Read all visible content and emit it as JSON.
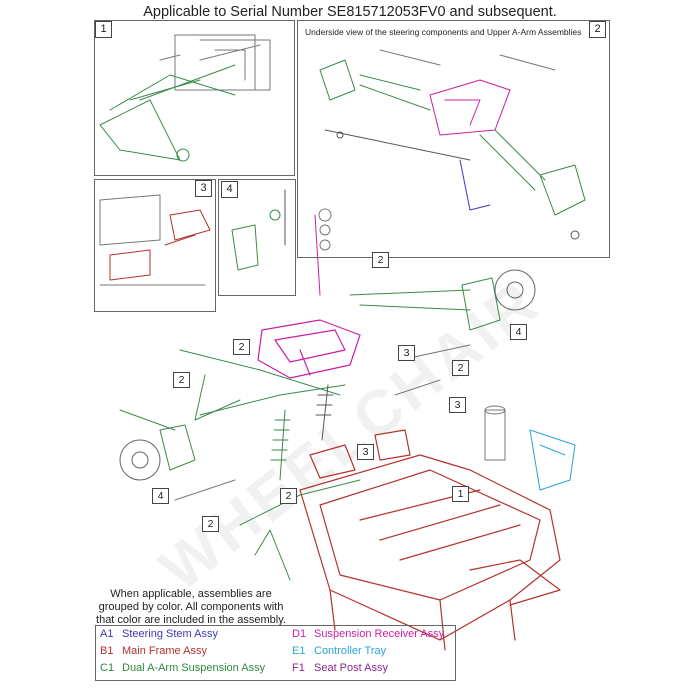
{
  "header": {
    "title": "Applicable to Serial Number SE815712053FV0 and subsequent."
  },
  "insets": [
    {
      "number": "1"
    },
    {
      "number": "2",
      "caption": "Underside view of the steering components and Upper A-Arm Assemblies"
    },
    {
      "number": "3"
    },
    {
      "number": "4"
    }
  ],
  "callouts": [
    "2",
    "2",
    "2",
    "3",
    "2",
    "3",
    "4",
    "3",
    "2",
    "1",
    "4",
    "2"
  ],
  "note": "When applicable, assemblies are grouped by color. All components with that color are included in the assembly.",
  "legend": {
    "rows": [
      {
        "left_code": "A1",
        "left_label": "Steering Stem Assy",
        "left_color": "#3a3ab8",
        "right_code": "D1",
        "right_label": "Suspension Receiver Assy",
        "right_color": "#cc1fa5"
      },
      {
        "left_code": "B1",
        "left_label": "Main Frame Assy",
        "left_color": "#b3322e",
        "right_code": "E1",
        "right_label": "Controller Tray",
        "right_color": "#2aa6d6"
      },
      {
        "left_code": "C1",
        "left_label": "Dual A-Arm Suspension Assy",
        "left_color": "#2d8a3c",
        "right_code": "F1",
        "right_label": "Seat Post Assy",
        "right_color": "#8a2a8a"
      }
    ]
  },
  "watermark": "WHEELCHAIR"
}
